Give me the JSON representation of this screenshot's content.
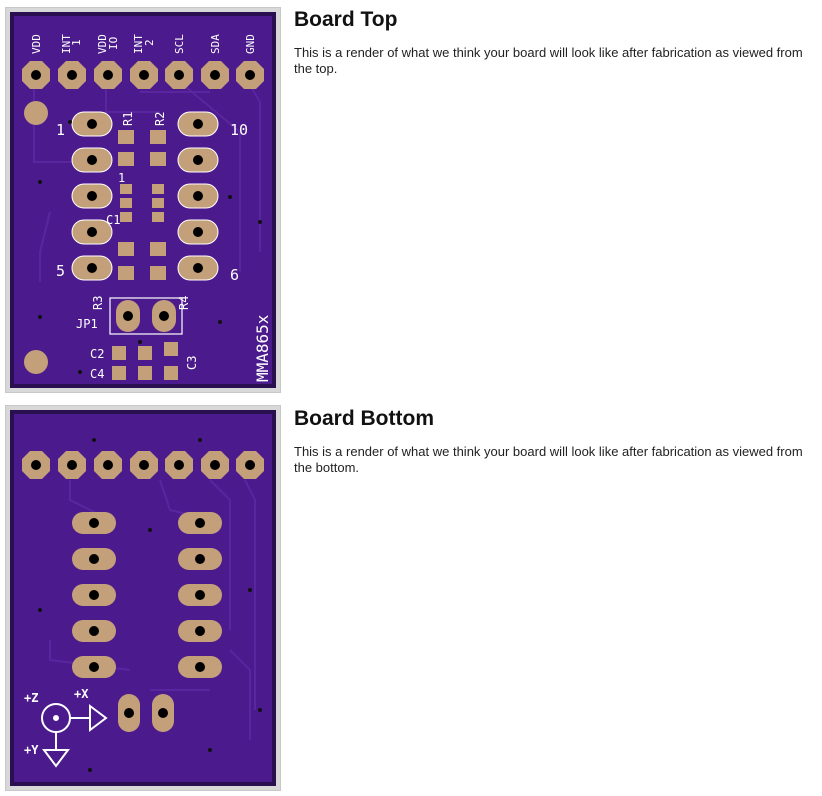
{
  "top": {
    "title": "Board Top",
    "description": "This is a render of what we think your board will look like after fabrication as viewed from the top.",
    "labels": {
      "vdd": "VDD",
      "int1_a": "INT",
      "int1_b": "1",
      "vddio_a": "VDD",
      "vddio_b": "IO",
      "int2_a": "INT",
      "int2_b": "2",
      "scl": "SCL",
      "sda": "SDA",
      "gnd": "GND",
      "pin1": "1",
      "pin10": "10",
      "pin5": "5",
      "pin6": "6",
      "r1": "R1",
      "r2": "R2",
      "r3": "R3",
      "r4": "R4",
      "c1": "C1",
      "c2": "C2",
      "c3": "C3",
      "c4": "C4",
      "jp1": "JP1",
      "ic_pin1": "1",
      "part": "MMA865x"
    }
  },
  "bottom": {
    "title": "Board Bottom",
    "description": "This is a render of what we think your board will look like after fabrication as viewed from the bottom.",
    "labels": {
      "z": "+Z",
      "x": "+X",
      "y": "+Y"
    }
  },
  "colors": {
    "board_edge": "#1c0a3a",
    "board": "#4b1a8c",
    "copper_pad": "#c4a07a",
    "drill": "#000000",
    "silkscreen": "#ffffff"
  }
}
